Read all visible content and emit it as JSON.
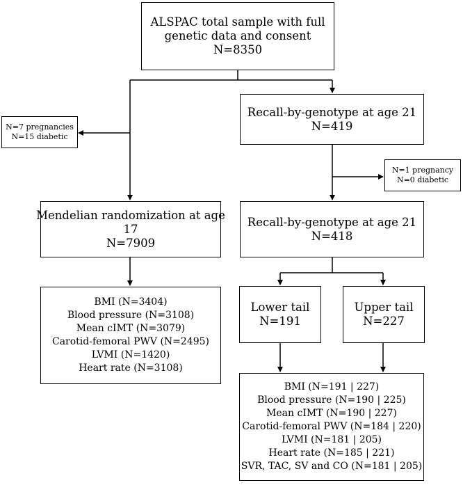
{
  "diagram": {
    "boxes": {
      "total_sample": [
        "ALSPAC total sample with full",
        "genetic data and consent",
        "N=8350"
      ],
      "excluded_left": [
        "N=7 pregnancies",
        "N=15 diabetic"
      ],
      "recall_1": [
        "Recall-by-genotype at age 21",
        "N=419"
      ],
      "excluded_right": [
        "N=1 pregnancy",
        "N=0 diabetic"
      ],
      "mendelian": [
        "Mendelian randomization at age",
        "17",
        "N=7909"
      ],
      "recall_2": [
        "Recall-by-genotype at age 21",
        "N=418"
      ],
      "mr_outcomes": [
        "BMI (N=3404)",
        "Blood pressure (N=3108)",
        "Mean cIMT (N=3079)",
        "Carotid-femoral PWV (N=2495)",
        "LVMI (N=1420)",
        "Heart rate (N=3108)"
      ],
      "lower_tail": [
        "Lower tail",
        "N=191"
      ],
      "upper_tail": [
        "Upper tail",
        "N=227"
      ],
      "rbg_outcomes": [
        "BMI (N=191 | 227)",
        "Blood pressure (N=190 | 225)",
        "Mean cIMT (N=190 | 227)",
        "Carotid-femoral PWV (N=184 | 220)",
        "LVMI (N=181 | 205)",
        "Heart rate (N=185 | 221)",
        "SVR, TAC, SV and CO (N=181 | 205)"
      ]
    }
  }
}
